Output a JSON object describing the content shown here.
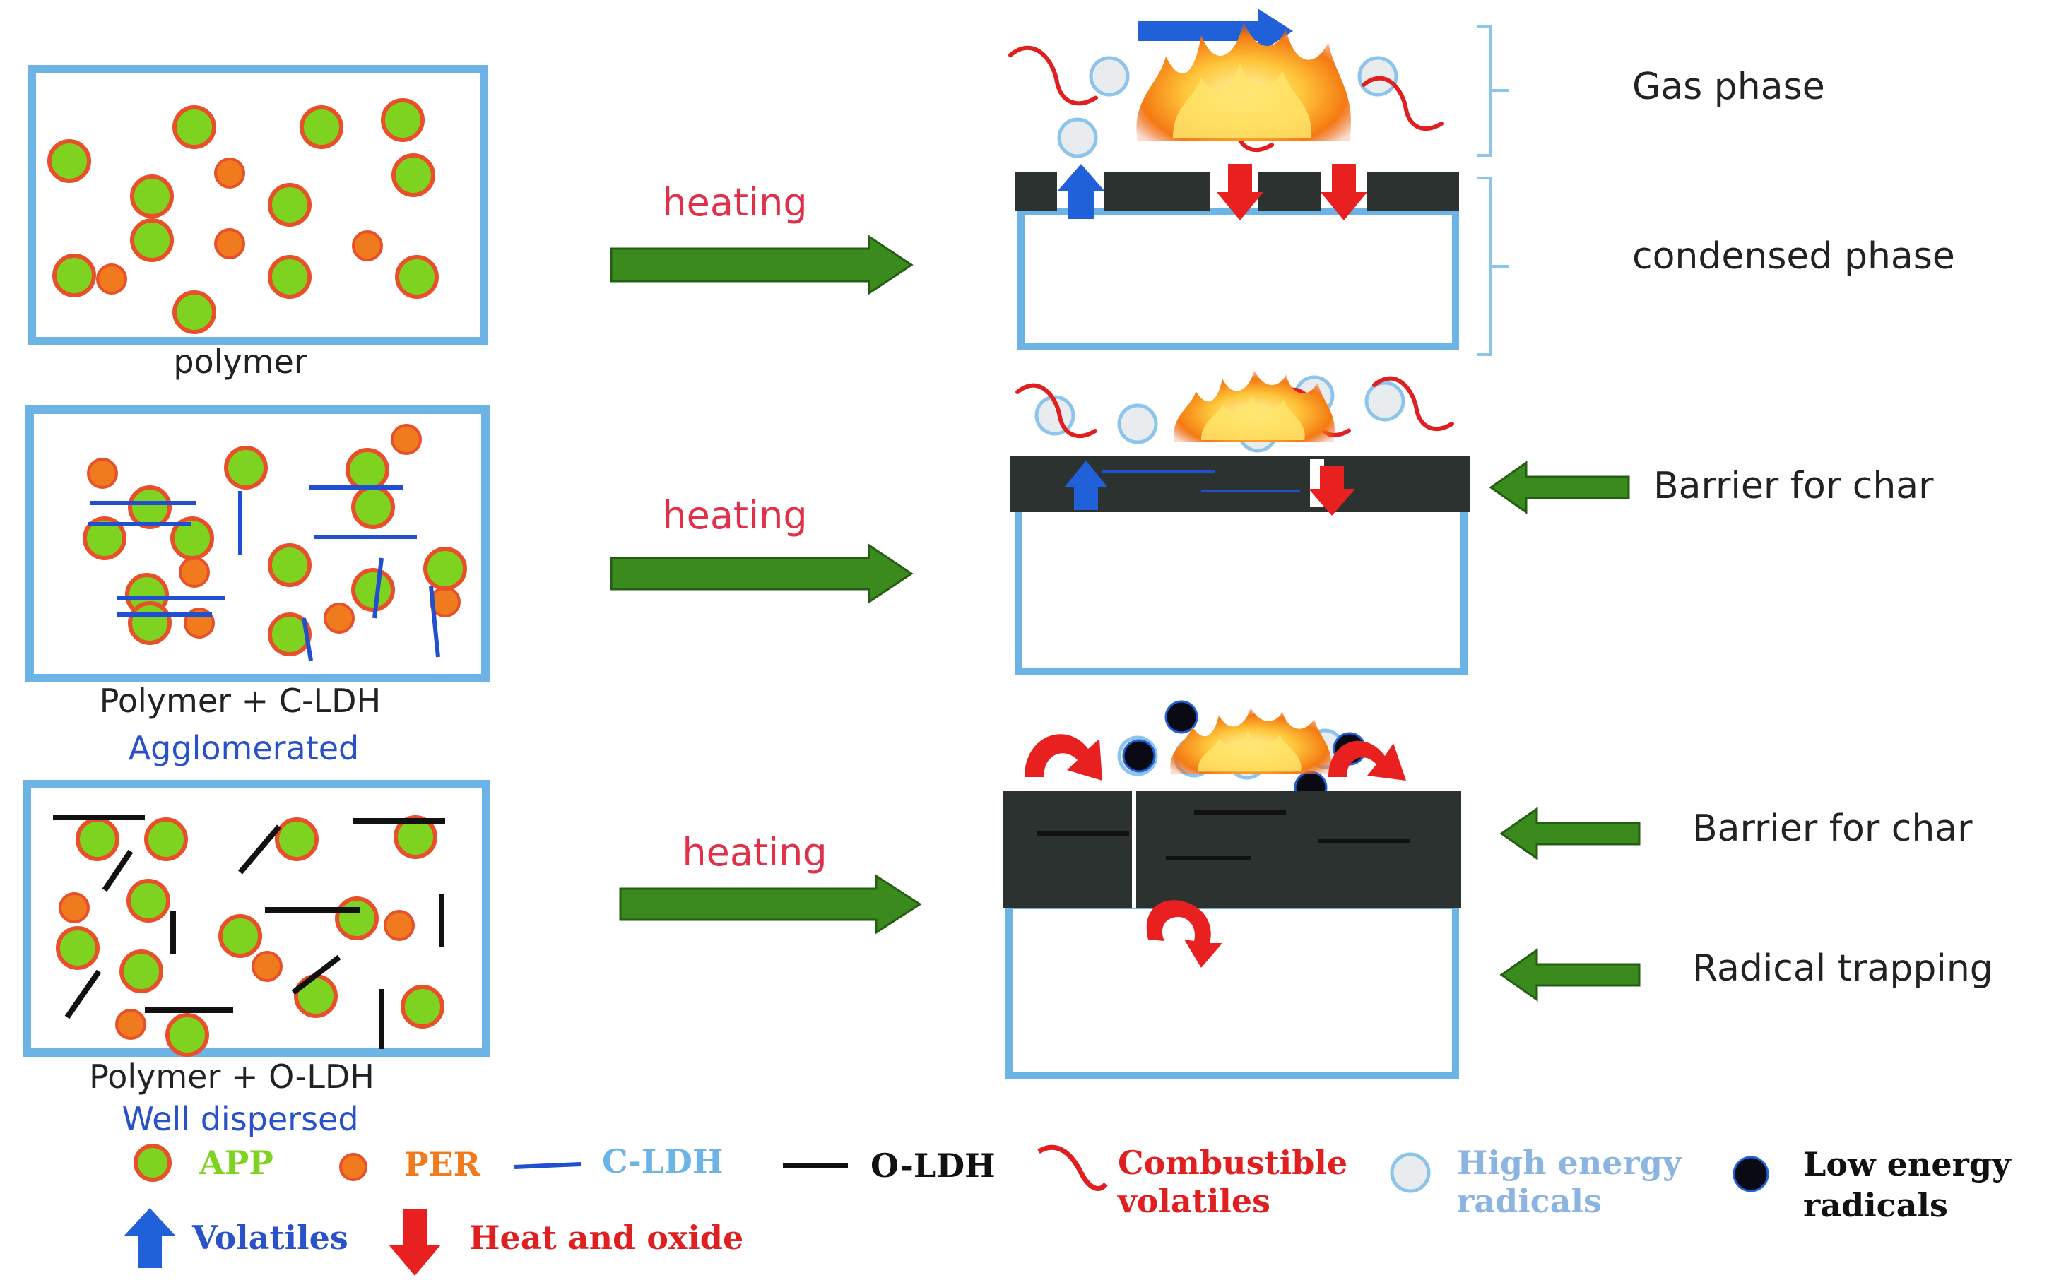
{
  "colors": {
    "app_green": "#7ed321",
    "app_ring": "#e8502a",
    "per_orange": "#f07a1e",
    "box_blue": "#6cb4e6",
    "arrow_green": "#3a8a1e",
    "char_dark": "#2c3230",
    "combustible_red": "#e02020",
    "volatile_blue": "#2060d8",
    "heat_red": "#e82020",
    "c_ldh_blue": "#2050d0",
    "o_ldh_black": "#111111",
    "high_energy_ring": "#8cc4ec",
    "low_energy_fill": "#0a0a14",
    "heating_text": "#e0304a",
    "legend_app": "#7ed321",
    "legend_per": "#f07a1e",
    "legend_cldh": "#6cb4e6",
    "legend_combustible": "#e02020",
    "legend_high_energy": "#8cb4e0"
  },
  "rows": [
    {
      "arrow_label": "heating",
      "sample_label": "polymer",
      "dispersion_label": ""
    },
    {
      "arrow_label": "heating",
      "sample_label": "Polymer + C-LDH",
      "dispersion_label": "Agglomerated"
    },
    {
      "arrow_label": "heating",
      "sample_label": "Polymer + O-LDH",
      "dispersion_label": "Well dispersed"
    }
  ],
  "annotations": {
    "gas_phase": "Gas phase",
    "condensed_phase": "condensed phase",
    "barrier_1": "Barrier for char",
    "barrier_2": "Barrier for char",
    "radical_trapping": "Radical trapping"
  },
  "legend": {
    "app": "APP",
    "per": "PER",
    "c_ldh": "C-LDH",
    "o_ldh": "O-LDH",
    "combustible_1": "Combustible",
    "combustible_2": "volatiles",
    "high_energy_1": "High energy",
    "high_energy_2": "radicals",
    "low_energy_1": "Low energy",
    "low_energy_2": "radicals",
    "volatiles": "Volatiles",
    "heat_oxide": "Heat and oxide"
  },
  "icons": [
    "flame-icon",
    "volatile-up-arrow-icon",
    "heat-down-arrow-icon",
    "green-right-arrow-icon",
    "radical-icon",
    "app-particle-icon",
    "per-particle-icon"
  ]
}
